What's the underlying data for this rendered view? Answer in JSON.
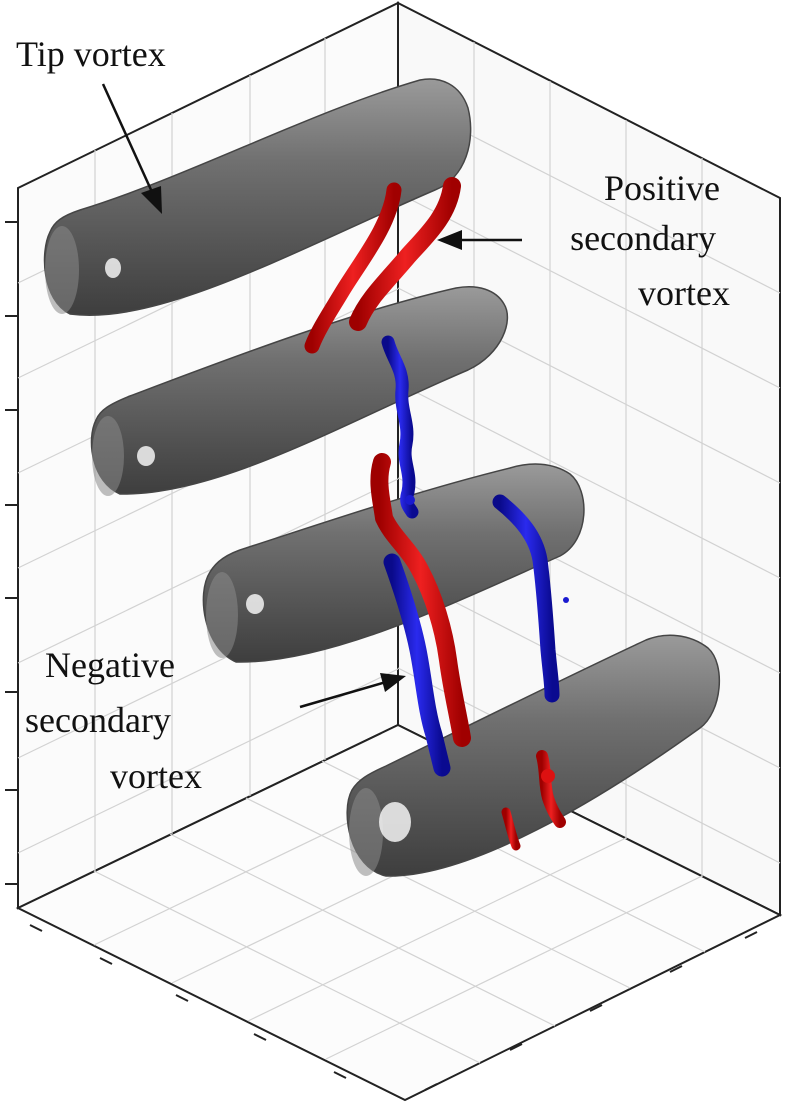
{
  "labels": {
    "tip_vortex": "Tip vortex",
    "positive_line1": "Positive",
    "positive_line2": "secondary",
    "positive_line3": "vortex",
    "negative_line1": "Negative",
    "negative_line2": "secondary",
    "negative_line3": "vortex"
  },
  "colors": {
    "tip_vortex": "#6b6b6b",
    "positive_vortex": "#dd1111",
    "negative_vortex": "#1515cc",
    "grid": "#cfcfcf",
    "axes": "#222222"
  }
}
